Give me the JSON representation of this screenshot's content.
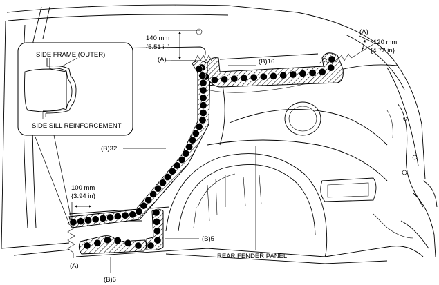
{
  "labels": {
    "side_frame_outer": "SIDE FRAME (OUTER)",
    "side_sill_reinforcement": "SIDE SILL REINFORCEMENT",
    "rear_fender_panel": "REAR FENDER PANEL",
    "weld_b16": "(B)16",
    "weld_b32": "(B)32",
    "weld_b5": "(B)5",
    "weld_b6": "(B)6",
    "cut_a_top": "(A)",
    "cut_a_right": "(A)",
    "cut_a_bottom": "(A)"
  },
  "dimensions": {
    "top_mm": "140 mm",
    "top_in": "{5.51 in}",
    "right_mm": "120 mm",
    "right_in": "{4.72 in}",
    "left_mm": "100 mm",
    "left_in": "{3.94 in}"
  },
  "weld_groups": [
    {
      "name": "B16",
      "count": 16
    },
    {
      "name": "B32",
      "count": 32
    },
    {
      "name": "B5",
      "count": 5
    },
    {
      "name": "B6",
      "count": 6
    }
  ]
}
